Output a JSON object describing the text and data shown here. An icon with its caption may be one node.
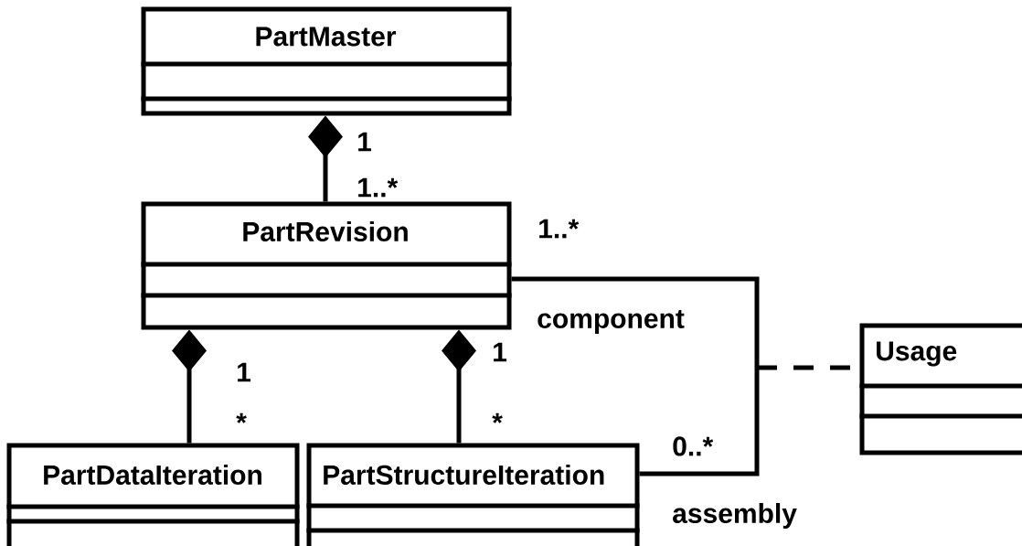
{
  "diagram": {
    "nodes": [
      {
        "text": [
          "PartMaster"
        ]
      },
      {
        "text": [
          "PartRevision"
        ]
      },
      {
        "text": [
          "PartDataIteration"
        ]
      },
      {
        "text": [
          "PartStructureIteration"
        ]
      },
      {
        "text": [
          "Usage"
        ]
      }
    ],
    "edges": [
      {
        "from": 0,
        "to": 1,
        "arrow": "other"
      },
      {
        "from": 1,
        "to": 2,
        "arrow": "other"
      },
      {
        "from": 1,
        "to": 3,
        "arrow": "other"
      },
      {
        "from": 1,
        "to": 3,
        "arrow": "none"
      },
      {
        "from": null,
        "to": 4,
        "arrow": "none",
        "style": "dashed"
      }
    ],
    "labels": [
      "1",
      "1..*",
      "1..*",
      "component",
      "1",
      "1",
      "*",
      "*",
      "0..*",
      "assembly"
    ]
  }
}
